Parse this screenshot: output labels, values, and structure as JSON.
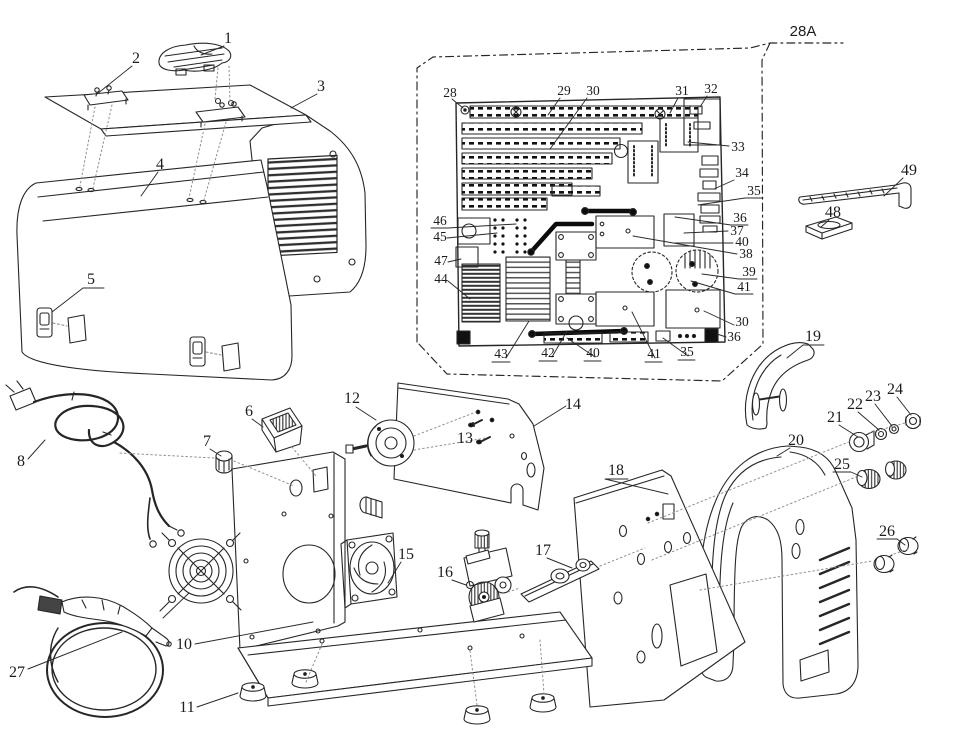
{
  "colors": {
    "ink": "#1c1c1c",
    "leader": "#2a2a2a",
    "guide": "#8f8f8f",
    "paper": "#ffffff"
  },
  "labels": [
    {
      "t": "1"
    },
    {
      "t": "2"
    },
    {
      "t": "3"
    },
    {
      "t": "4"
    },
    {
      "t": "5"
    },
    {
      "t": "6"
    },
    {
      "t": "7"
    },
    {
      "t": "8"
    },
    {
      "t": "27"
    },
    {
      "t": "10"
    },
    {
      "t": "11"
    },
    {
      "t": "12"
    },
    {
      "t": "13"
    },
    {
      "t": "14"
    },
    {
      "t": "15"
    },
    {
      "t": "16"
    },
    {
      "t": "17"
    },
    {
      "t": "18"
    },
    {
      "t": "19"
    },
    {
      "t": "20"
    },
    {
      "t": "21"
    },
    {
      "t": "22"
    },
    {
      "t": "23"
    },
    {
      "t": "24"
    },
    {
      "t": "25"
    },
    {
      "t": "26"
    },
    {
      "t": "28A"
    },
    {
      "t": "48"
    },
    {
      "t": "49"
    },
    {
      "t": "28"
    },
    {
      "t": "29"
    },
    {
      "t": "30"
    },
    {
      "t": "31"
    },
    {
      "t": "32"
    },
    {
      "t": "33"
    },
    {
      "t": "34"
    },
    {
      "t": "35"
    },
    {
      "t": "36"
    },
    {
      "t": "37"
    },
    {
      "t": "40"
    },
    {
      "t": "38"
    },
    {
      "t": "39"
    },
    {
      "t": "41"
    },
    {
      "t": "30"
    },
    {
      "t": "36"
    },
    {
      "t": "46"
    },
    {
      "t": "45"
    },
    {
      "t": "47"
    },
    {
      "t": "44"
    },
    {
      "t": "43"
    },
    {
      "t": "42"
    },
    {
      "t": "40"
    },
    {
      "t": "41"
    },
    {
      "t": "35"
    }
  ]
}
